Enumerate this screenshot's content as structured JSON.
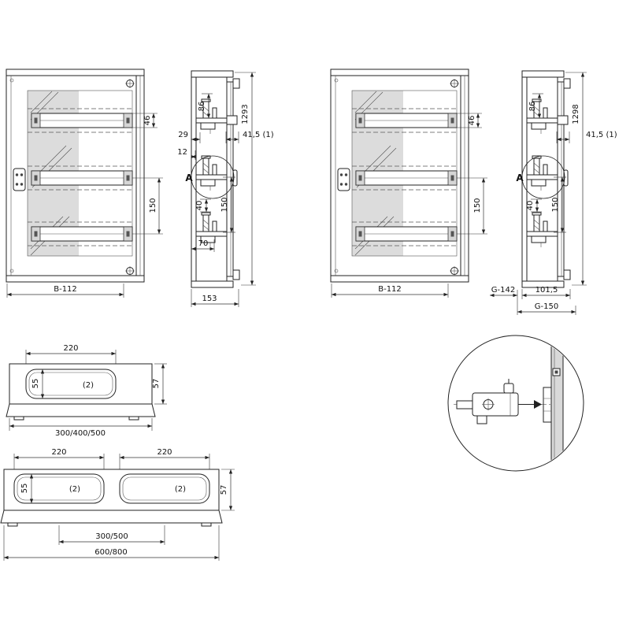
{
  "drawing": {
    "colors": {
      "line": "#222222",
      "glazing": "#dcdcdc",
      "plate": "#d9d9d9"
    },
    "front_left": {
      "width_dim": "B-112",
      "rail_height_dim": "46",
      "rail_pitch_dim": "150"
    },
    "side_left": {
      "bracket_top_dim": "86",
      "height_dim": "1293",
      "back_offset_dim": "29",
      "door_dim": "41,5 (1)",
      "panel_dim": "12",
      "detail_label": "A",
      "lower_bracket_dim": "40",
      "screw_dim": "70",
      "pitch_dim": "150",
      "depth_dim": "153"
    },
    "front_right": {
      "width_dim": "B-112",
      "rail_height_dim": "46",
      "rail_pitch_dim": "150"
    },
    "side_right": {
      "bracket_top_dim": "86",
      "height_dim": "1298",
      "door_dim": "41,5 (1)",
      "detail_label": "A",
      "lower_bracket_dim": "40",
      "pitch_dim": "150",
      "g_back_dim": "G-142",
      "front_depth_dim": "101,5",
      "g_total_dim": "G-150"
    },
    "plate_single": {
      "opening_width_dim": "220",
      "opening_height_dim": "55",
      "qty_label": "(2)",
      "depth_dim": "57",
      "width_options_dim": "300/400/500"
    },
    "plate_double": {
      "opening_width_left_dim": "220",
      "opening_width_right_dim": "220",
      "opening_height_dim": "55",
      "qty_left_label": "(2)",
      "qty_right_label": "(2)",
      "depth_dim": "57",
      "spacing_dim": "300/500",
      "width_options_dim": "600/800"
    }
  }
}
